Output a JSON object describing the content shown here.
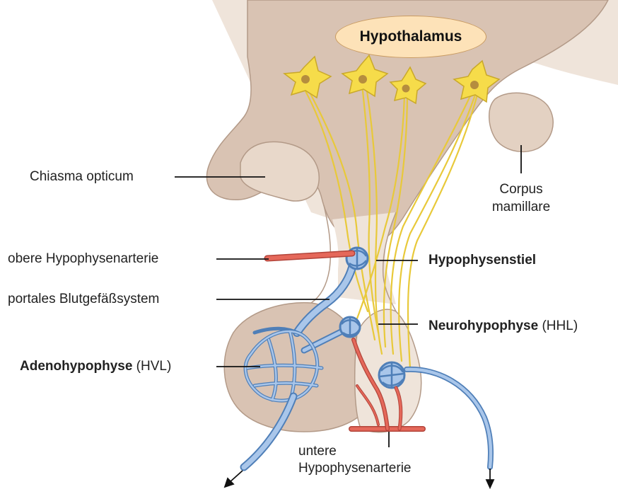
{
  "title": "Hypothalamus",
  "labels": {
    "chiasma": "Chiasma opticum",
    "corpus_line1": "Corpus",
    "corpus_line2": "mamillare",
    "obere_artery": "obere Hypophysenarterie",
    "portal": "portales Blutgefäßsystem",
    "adeno_bold": "Adenohypophyse",
    "adeno_abbr": " (HVL)",
    "stalk": "Hypophysenstiel",
    "neuro_bold": "Neurohypophyse",
    "neuro_abbr": " (HHL)",
    "untere_line1": "untere",
    "untere_line2": "Hypophysenarterie"
  },
  "colors": {
    "tissue": "#d9c3b3",
    "tissue_light": "#efe4da",
    "tissue_outline": "#b39a88",
    "neuron": "#f2d542",
    "neuron_outline": "#c9a82a",
    "vein": "#8fb5e0",
    "vein_outline": "#4f7fb8",
    "artery": "#e5685a",
    "artery_outline": "#b2443a",
    "title_fill": "#fde2b8"
  }
}
